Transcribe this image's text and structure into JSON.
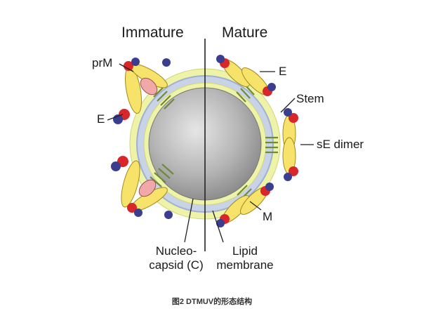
{
  "labels": {
    "immature": "Immature",
    "mature": "Mature",
    "prm": "prM",
    "e_left": "E",
    "e_right": "E",
    "stem": "Stem",
    "se_dimer": "sE dimer",
    "m": "M",
    "nucleocapsid_line1": "Nucleo-",
    "nucleocapsid_line2": "capsid (C)",
    "lipid_line1": "Lipid",
    "lipid_line2": "membrane"
  },
  "caption": "图2 DTMUV的形态结构",
  "colors": {
    "membrane_outer": "#e9ee9a",
    "membrane_inner": "#b9c6df",
    "core": "#a9a9a9",
    "e_protein": "#f7e36a",
    "prm_protein": "#f0a8a8",
    "domain_red": "#d8262b",
    "domain_blue": "#3b3d8f",
    "m_protein": "#c4a25a"
  }
}
